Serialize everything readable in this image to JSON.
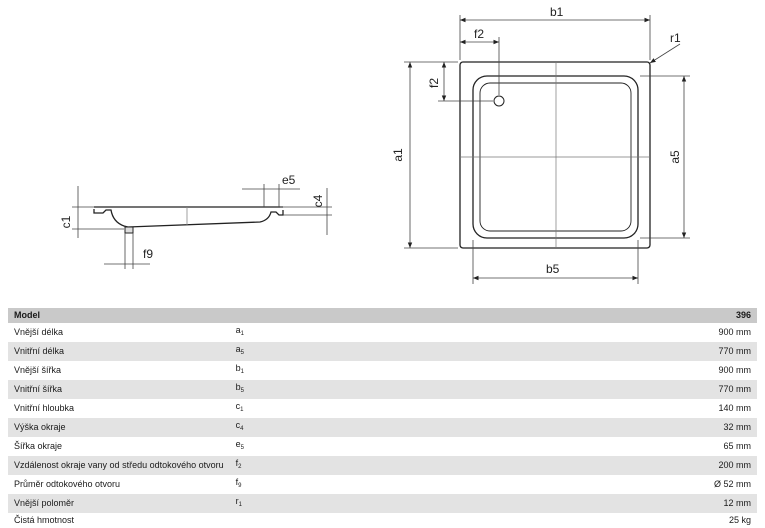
{
  "diagram": {
    "labels": {
      "b1": "b1",
      "f2_top": "f2",
      "r1": "r1",
      "f2_side": "f2",
      "a1": "a1",
      "a5": "a5",
      "b5": "b5",
      "c1": "c1",
      "e5": "e5",
      "c4": "c4",
      "f9": "f9"
    }
  },
  "table": {
    "header": {
      "label": "Model",
      "value": "396"
    },
    "rows": [
      {
        "label": "Vnější délka",
        "code": "a",
        "sub": "1",
        "value": "900 mm"
      },
      {
        "label": "Vnitřní délka",
        "code": "a",
        "sub": "5",
        "value": "770 mm"
      },
      {
        "label": "Vnější šířka",
        "code": "b",
        "sub": "1",
        "value": "900 mm"
      },
      {
        "label": "Vnitřní šířka",
        "code": "b",
        "sub": "5",
        "value": "770 mm"
      },
      {
        "label": "Vnitřní hloubka",
        "code": "c",
        "sub": "1",
        "value": "140 mm"
      },
      {
        "label": "Výška okraje",
        "code": "c",
        "sub": "4",
        "value": "32 mm"
      },
      {
        "label": "Šířka okraje",
        "code": "e",
        "sub": "5",
        "value": "65 mm"
      },
      {
        "label": "Vzdálenost okraje vany od středu odtokového otvoru",
        "code": "f",
        "sub": "2",
        "value": "200 mm"
      },
      {
        "label": "Průměr odtokového otvoru",
        "code": "f",
        "sub": "9",
        "value": "Ø 52 mm"
      },
      {
        "label": "Vnější poloměr",
        "code": "r",
        "sub": "1",
        "value": "12 mm"
      },
      {
        "label": "Čistá hmotnost",
        "code": "",
        "sub": "",
        "value": "25 kg"
      }
    ]
  }
}
